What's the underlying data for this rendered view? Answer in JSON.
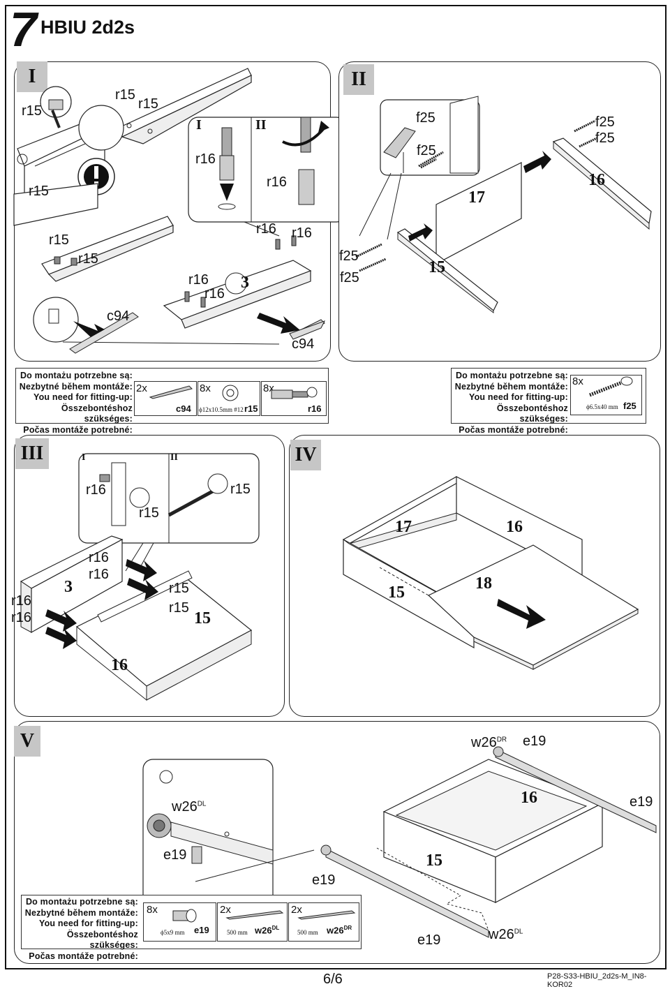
{
  "header": {
    "step": "7",
    "title": "HBIU 2d2s"
  },
  "sections": {
    "I": {
      "label": "I",
      "sub_labels": [
        "I",
        "II"
      ],
      "callouts": [
        "r15",
        "r15",
        "r15",
        "r15",
        "r15",
        "r15",
        "r16",
        "r16",
        "r16",
        "r16",
        "r16",
        "r16",
        "c94",
        "c94"
      ],
      "panel_number": "3"
    },
    "II": {
      "label": "II",
      "callouts": [
        "f25",
        "f25",
        "f25",
        "f25",
        "f25",
        "f25"
      ],
      "panel_numbers": [
        "16",
        "17",
        "15"
      ]
    },
    "III": {
      "label": "III",
      "sub_labels": [
        "I",
        "II"
      ],
      "callouts": [
        "r16",
        "r15",
        "r15",
        "r16",
        "r16",
        "r15",
        "r15",
        "r16",
        "r16"
      ],
      "panel_numbers": [
        "3",
        "15",
        "16"
      ]
    },
    "IV": {
      "label": "IV",
      "panel_numbers": [
        "17",
        "16",
        "15",
        "18"
      ]
    },
    "V": {
      "label": "V",
      "callouts": {
        "w26dr": "w26",
        "dr": "DR",
        "e19": "e19",
        "w26dl": "w26",
        "dl": "DL"
      },
      "panel_numbers": [
        "16",
        "15"
      ]
    }
  },
  "parts_lists": {
    "heading": [
      "Do montażu potrzebne są:",
      "Nezbytné během montáže:",
      "You need for fitting-up:",
      "Összebontéshoz szükséges:",
      "Počas montáže potrebné:"
    ],
    "list1": [
      {
        "qty": "2x",
        "code": "c94",
        "dim": ""
      },
      {
        "qty": "8x",
        "code": "r15",
        "dim": "ϕ12x10.5mm  #12"
      },
      {
        "qty": "8x",
        "code": "r16",
        "dim": ""
      }
    ],
    "list2": [
      {
        "qty": "8x",
        "code": "f25",
        "dim": "ϕ6.5x40 mm"
      }
    ],
    "list3": [
      {
        "qty": "8x",
        "code": "e19",
        "dim": "ϕ5x9 mm"
      },
      {
        "qty": "2x",
        "code": "w26",
        "sup": "DL",
        "dim": "500 mm"
      },
      {
        "qty": "2x",
        "code": "w26",
        "sup": "DR",
        "dim": "500 mm"
      }
    ]
  },
  "footer": {
    "page": "6/6",
    "doc_code": "P28-S33-HBIU_2d2s-M_IN8-KOR02"
  }
}
